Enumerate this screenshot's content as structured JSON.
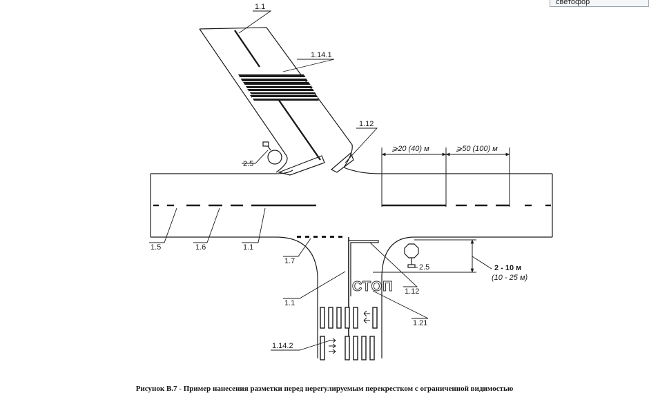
{
  "popup": {
    "text": "светофор"
  },
  "labels": {
    "l_1_1_top": "1.1",
    "l_1_14_1": "1.14.1",
    "l_1_12_top": "1.12",
    "l_2_5_left": "2.5",
    "l_1_5": "1.5",
    "l_1_6": "1.6",
    "l_1_1_mid": "1.1",
    "l_1_7": "1.7",
    "l_1_1_low": "1.1",
    "l_1_14_2": "1.14.2",
    "l_2_5_right": "2.5",
    "l_1_12_low": "1.12",
    "l_1_21": "1.21"
  },
  "dimensions": {
    "d_near": "⩾20 (40) м",
    "d_far": "⩾50 (100) м",
    "d_stop_main": "2 - 10 м",
    "d_stop_alt": "(10 - 25 м)"
  },
  "road_text": {
    "stop": "СТОП"
  },
  "caption": "Рисунок В.7 - Пример нанесения разметки перед нерегулируемым перекрестком с ограниченной видимостью",
  "colors": {
    "line": "#1a1a1a",
    "background": "#ffffff"
  },
  "icons": {
    "sign_left": "give-way-sign-icon",
    "sign_right": "stop-sign-icon"
  }
}
